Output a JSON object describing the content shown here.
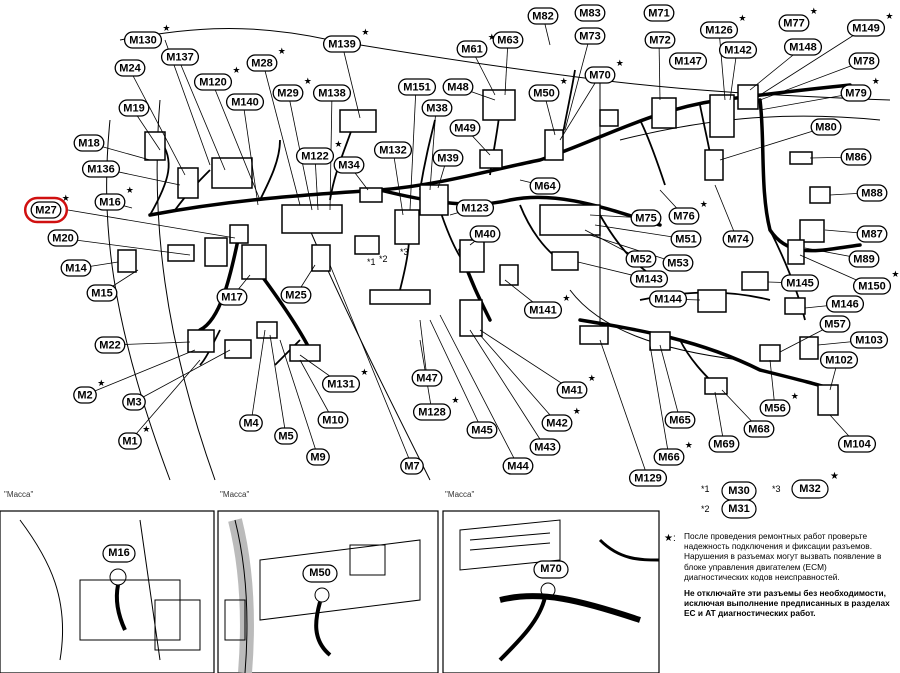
{
  "highlighted_connector": "M27",
  "colors": {
    "highlight": "#d01010",
    "line": "#000000",
    "background": "#ffffff"
  },
  "connectors": [
    {
      "label": "M130",
      "star": true
    },
    {
      "label": "M24",
      "star": false
    },
    {
      "label": "M137",
      "star": false
    },
    {
      "label": "M120",
      "star": true
    },
    {
      "label": "M28",
      "star": true
    },
    {
      "label": "M29",
      "star": true
    },
    {
      "label": "M138",
      "star": false
    },
    {
      "label": "M139",
      "star": true
    },
    {
      "label": "M151",
      "star": false
    },
    {
      "label": "M48",
      "star": false
    },
    {
      "label": "M61",
      "star": true
    },
    {
      "label": "M63",
      "star": false
    },
    {
      "label": "M82",
      "star": false
    },
    {
      "label": "M83",
      "star": false
    },
    {
      "label": "M73",
      "star": false
    },
    {
      "label": "M71",
      "star": false
    },
    {
      "label": "M70",
      "star": true
    },
    {
      "label": "M50",
      "star": true
    },
    {
      "label": "M72",
      "star": false
    },
    {
      "label": "M126",
      "star": true
    },
    {
      "label": "M142",
      "star": false
    },
    {
      "label": "M77",
      "star": true
    },
    {
      "label": "M148",
      "star": false
    },
    {
      "label": "M149",
      "star": true
    },
    {
      "label": "M147",
      "star": false
    },
    {
      "label": "M78",
      "star": false
    },
    {
      "label": "M79",
      "star": true
    },
    {
      "label": "M19",
      "star": false
    },
    {
      "label": "M140",
      "star": false
    },
    {
      "label": "M38",
      "star": false
    },
    {
      "label": "M49",
      "star": false
    },
    {
      "label": "M18",
      "star": false
    },
    {
      "label": "M122",
      "star": true
    },
    {
      "label": "M132",
      "star": false
    },
    {
      "label": "M34",
      "star": false
    },
    {
      "label": "M39",
      "star": false
    },
    {
      "label": "M80",
      "star": false
    },
    {
      "label": "M86",
      "star": false
    },
    {
      "label": "M136",
      "star": false
    },
    {
      "label": "M64",
      "star": false
    },
    {
      "label": "M16",
      "star": true
    },
    {
      "label": "M27",
      "star": true
    },
    {
      "label": "M123",
      "star": false
    },
    {
      "label": "M75",
      "star": false
    },
    {
      "label": "M76",
      "star": true
    },
    {
      "label": "M88",
      "star": false
    },
    {
      "label": "M40",
      "star": false
    },
    {
      "label": "M74",
      "star": false
    },
    {
      "label": "M51",
      "star": false
    },
    {
      "label": "M87",
      "star": false
    },
    {
      "label": "M20",
      "star": false
    },
    {
      "label": "M52",
      "star": false
    },
    {
      "label": "M53",
      "star": false
    },
    {
      "label": "M89",
      "star": false
    },
    {
      "label": "M14",
      "star": false
    },
    {
      "label": "M143",
      "star": false
    },
    {
      "label": "M145",
      "star": false
    },
    {
      "label": "M150",
      "star": true
    },
    {
      "label": "M15",
      "star": false
    },
    {
      "label": "M17",
      "star": false
    },
    {
      "label": "M25",
      "star": false
    },
    {
      "label": "M141",
      "star": true
    },
    {
      "label": "M144",
      "star": false
    },
    {
      "label": "M146",
      "star": false
    },
    {
      "label": "M57",
      "star": false
    },
    {
      "label": "M22",
      "star": false
    },
    {
      "label": "M103",
      "star": false
    },
    {
      "label": "M102",
      "star": false
    },
    {
      "label": "M131",
      "star": true
    },
    {
      "label": "M47",
      "star": false
    },
    {
      "label": "M2",
      "star": true
    },
    {
      "label": "M41",
      "star": true
    },
    {
      "label": "M3",
      "star": false
    },
    {
      "label": "M128",
      "star": true
    },
    {
      "label": "M65",
      "star": false
    },
    {
      "label": "M56",
      "star": true
    },
    {
      "label": "M68",
      "star": false
    },
    {
      "label": "M4",
      "star": false
    },
    {
      "label": "M10",
      "star": false
    },
    {
      "label": "M42",
      "star": true
    },
    {
      "label": "M69",
      "star": false
    },
    {
      "label": "M1",
      "star": true
    },
    {
      "label": "M5",
      "star": false
    },
    {
      "label": "M45",
      "star": false
    },
    {
      "label": "M43",
      "star": false
    },
    {
      "label": "M104",
      "star": false
    },
    {
      "label": "M9",
      "star": false
    },
    {
      "label": "M66",
      "star": true
    },
    {
      "label": "M44",
      "star": false
    },
    {
      "label": "M7",
      "star": false
    },
    {
      "label": "M129",
      "star": false
    }
  ],
  "inline_refs": [
    "*1",
    "*2",
    "*3"
  ],
  "footnotes": {
    "n1": {
      "mark": "*1",
      "label": "M30"
    },
    "n2": {
      "mark": "*2",
      "label": "M31"
    },
    "n3": {
      "mark": "*3",
      "label": "M32"
    }
  },
  "insets": [
    {
      "caption": "\"Масса\"",
      "connector": "M16"
    },
    {
      "caption": "\"Масса\"",
      "connector": "M50"
    },
    {
      "caption": "\"Масса\"",
      "connector": "M70"
    }
  ],
  "note": {
    "star_symbol": "★:",
    "p1": "После проведения ремонтных работ проверьте надежность подключения и фиксации разъемов. Нарушения в разъемах могут вызвать появление в блоке управления двигателем (ECM) диагностических кодов неисправностей.",
    "p2": "Не отключайте эти разъемы без необходимости, исключая выполнение предписанных в разделах EC и AT диагностических работ."
  }
}
